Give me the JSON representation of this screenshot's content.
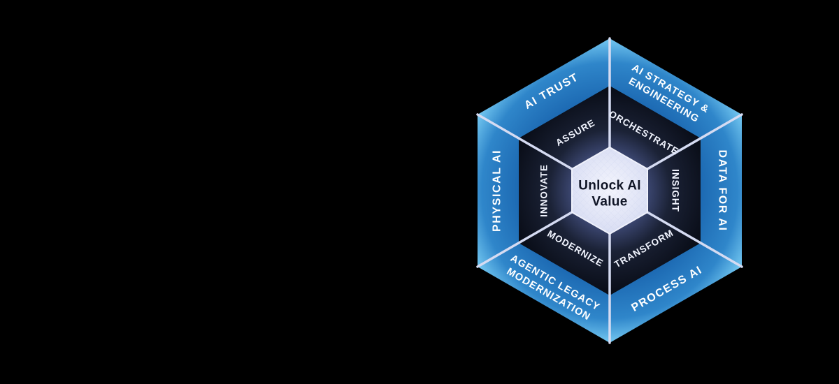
{
  "diagram": {
    "title_semantic": "Unlock AI Value hexagon framework",
    "center": {
      "lines": [
        "Unlock AI",
        "Value"
      ]
    },
    "outer_segments": [
      {
        "name": "ai-trust",
        "lines": [
          "AI TRUST"
        ]
      },
      {
        "name": "ai-strategy-engineering",
        "lines": [
          "AI STRATEGY &",
          "ENGINEERING"
        ]
      },
      {
        "name": "data-for-ai",
        "lines": [
          "DATA FOR AI"
        ]
      },
      {
        "name": "process-ai",
        "lines": [
          "PROCESS AI"
        ]
      },
      {
        "name": "agentic-legacy-modernization",
        "lines": [
          "AGENTIC LEGACY",
          "MODERNIZATION"
        ]
      },
      {
        "name": "physical-ai",
        "lines": [
          "PHYSICAL AI"
        ]
      }
    ],
    "inner_segments": [
      {
        "name": "assure",
        "label": "ASSURE"
      },
      {
        "name": "orchestrate",
        "label": "ORCHESTRATE"
      },
      {
        "name": "insight",
        "label": "INSIGHT"
      },
      {
        "name": "transform",
        "label": "TRANSFORM"
      },
      {
        "name": "modernize",
        "label": "MODERNIZE"
      },
      {
        "name": "innovate",
        "label": "INNOVATE"
      }
    ],
    "colors": {
      "background": "#000000",
      "ring_blue_light": "#74c8f1",
      "ring_blue_mid": "#2f86ca",
      "ring_blue_dark": "#1d6ab3",
      "inner_dark": "#0a0e19",
      "inner_dark_mid": "#1b2236",
      "inner_dark_glow": "#3b4670",
      "separator": "#d5dbf2",
      "center_fill_light": "#f4f5fd",
      "center_fill_dark": "#d8ddf3",
      "outer_label_text": "#ffffff",
      "inner_label_text": "#f2f5ff",
      "center_text": "#101526"
    }
  }
}
